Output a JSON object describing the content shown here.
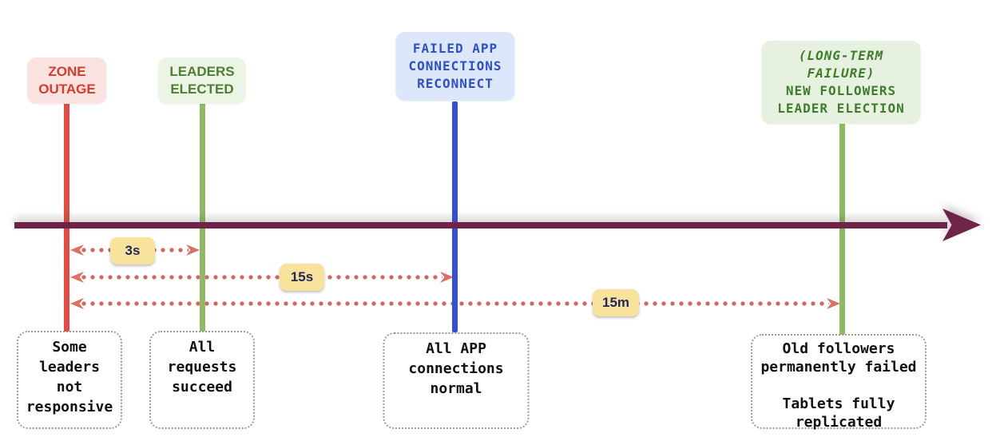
{
  "diagram": {
    "type": "timeline",
    "axis": {
      "color": "#6e2347",
      "direction": "left-to-right"
    },
    "events": [
      {
        "id": "zone-outage",
        "title": "ZONE\nOUTAGE",
        "detail": "Some\nleaders\nnot\nresponsive",
        "line_color": "#e54b40",
        "title_color": "#d93a2b",
        "title_bg": "#fbe3e1"
      },
      {
        "id": "leaders-elected",
        "title": "LEADERS\nELECTED",
        "detail": "All\nrequests\nsucceed",
        "line_color": "#8eba62",
        "title_color": "#4c8030",
        "title_bg": "#ecf4e6"
      },
      {
        "id": "failed-app-connections-reconnect",
        "title": "FAILED APP\nCONNECTIONS\nRECONNECT",
        "detail": "All APP\nconnections\nnormal",
        "line_color": "#3351d4",
        "title_color": "#2d4fc8",
        "title_bg": "#dde7fb"
      },
      {
        "id": "new-followers-leader-election",
        "title_prefix_italic": "(LONG-TERM FAILURE)",
        "title": "NEW FOLLOWERS\nLEADER ELECTION",
        "detail": "Old followers\npermanently failed\n\nTablets fully\nreplicated",
        "line_color": "#8eba62",
        "title_color": "#3f7d2c",
        "title_bg": "#e6f1e0"
      }
    ],
    "durations": [
      {
        "label": "3s",
        "from": "ZONE OUTAGE",
        "to": "LEADERS ELECTED"
      },
      {
        "label": "15s",
        "from": "ZONE OUTAGE",
        "to": "FAILED APP CONNECTIONS RECONNECT"
      },
      {
        "label": "15m",
        "from": "ZONE OUTAGE",
        "to": "NEW FOLLOWERS LEADER ELECTION"
      }
    ],
    "badge_style": {
      "bg": "#f8e39c",
      "text_color": "#24265e"
    },
    "dotted_arrow_color": "#dc6e62"
  }
}
